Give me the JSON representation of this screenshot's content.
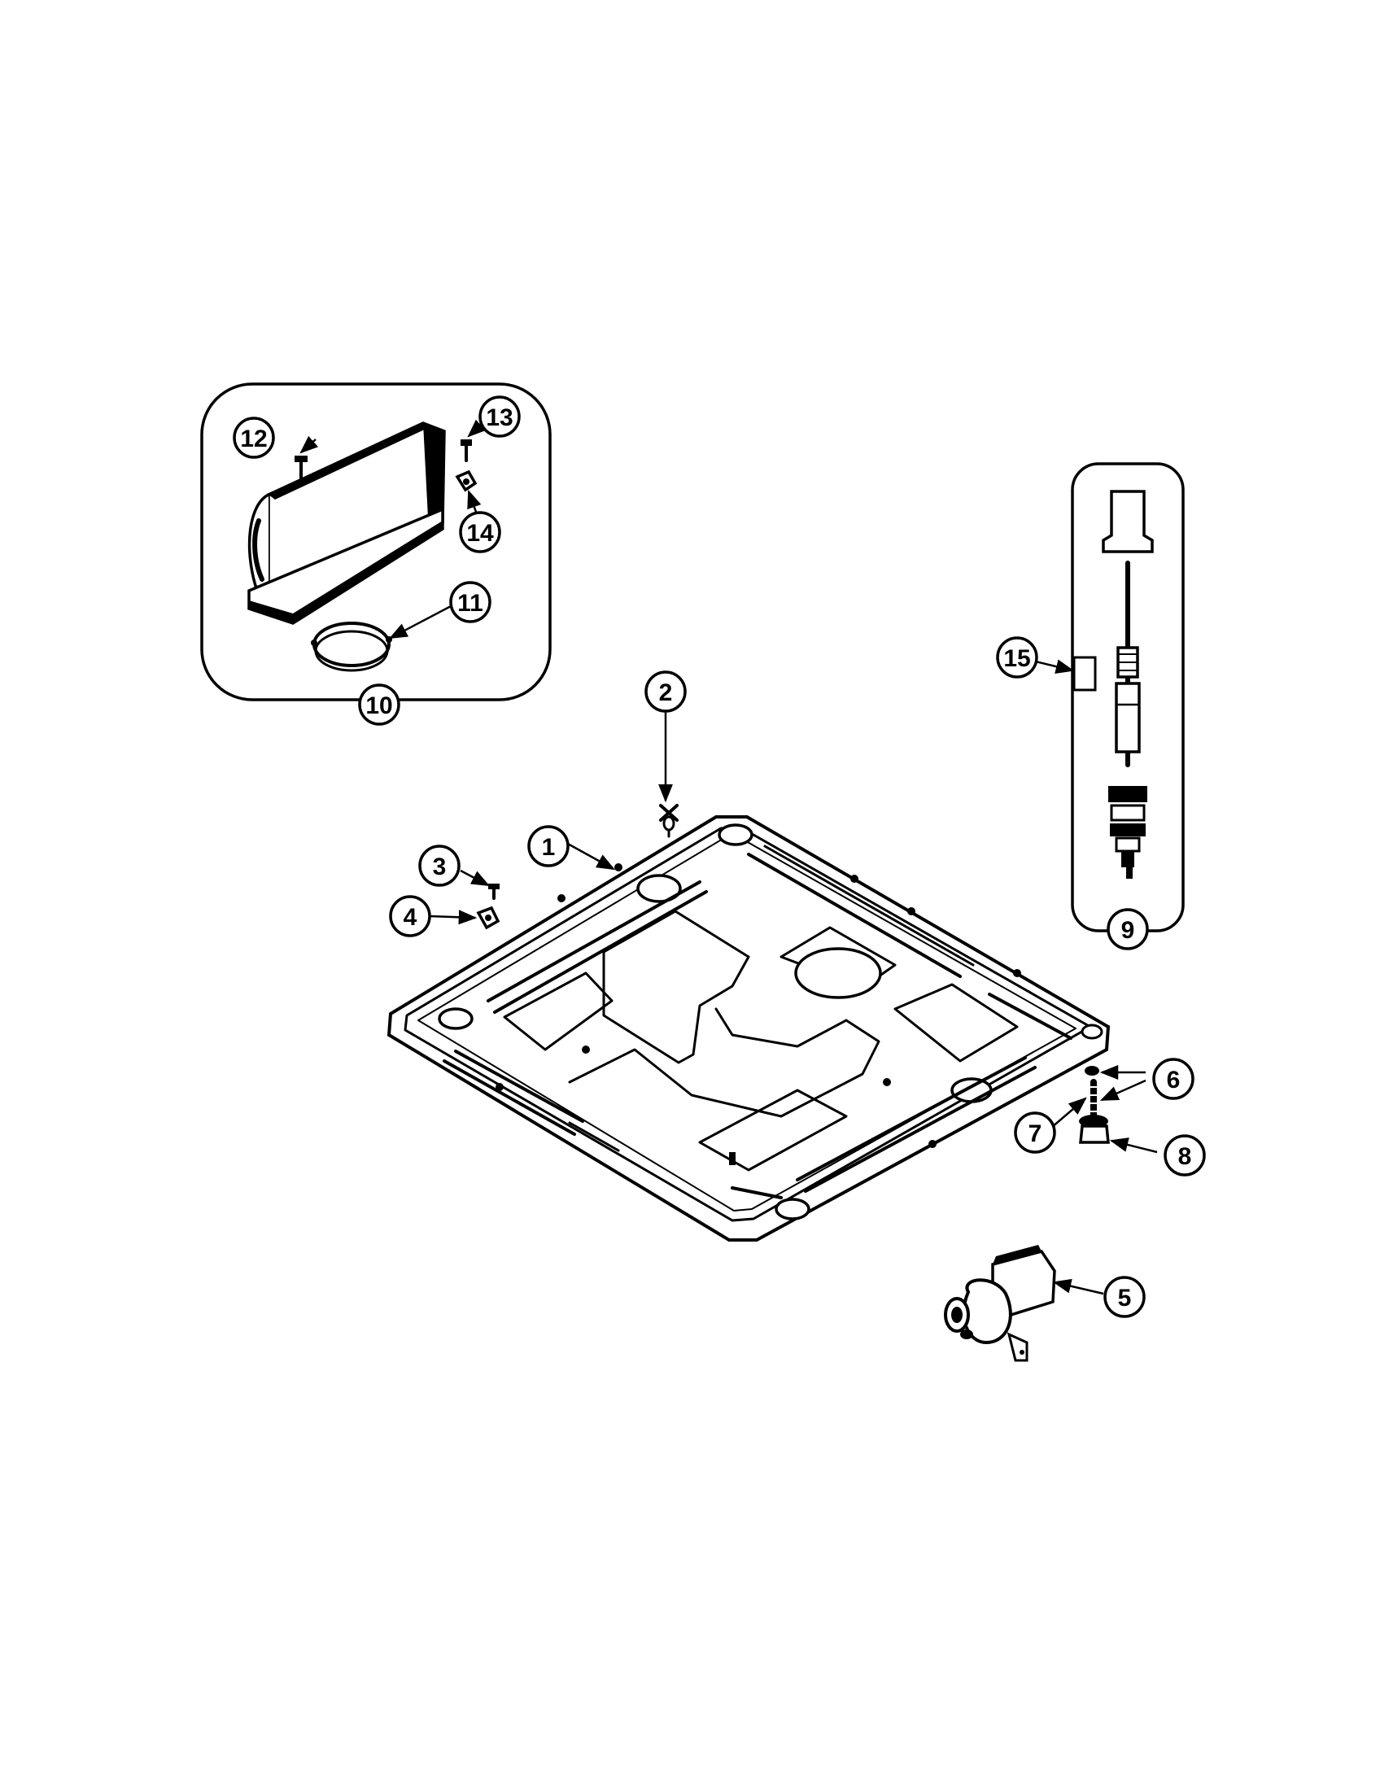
{
  "diagram": {
    "type": "exploded parts diagram",
    "callouts": {
      "c1": "1",
      "c2": "2",
      "c3": "3",
      "c4": "4",
      "c5": "5",
      "c6": "6",
      "c7": "7",
      "c8": "8",
      "c9": "9",
      "c10": "10",
      "c11": "11",
      "c12": "12",
      "c13": "13",
      "c14": "14",
      "c15": "15"
    }
  }
}
